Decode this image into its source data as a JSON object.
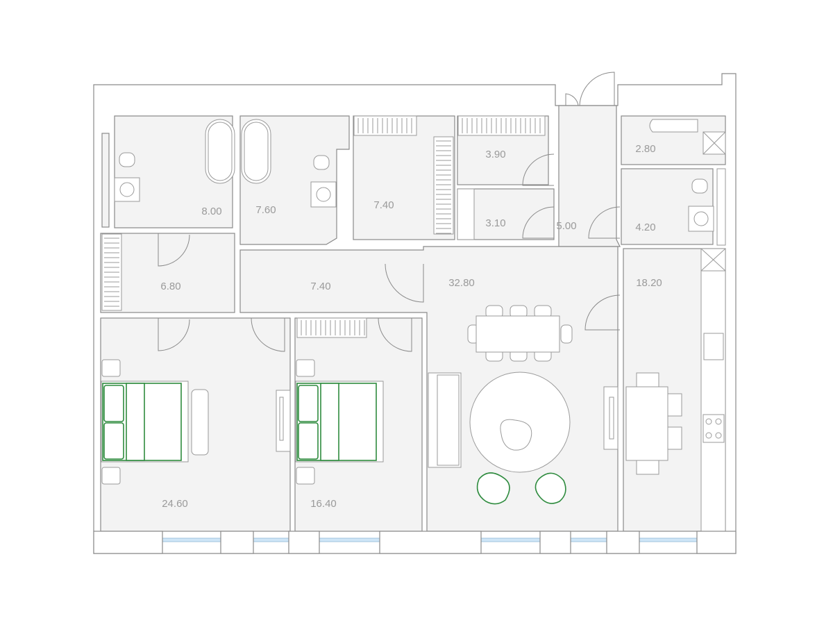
{
  "plan": {
    "rooms": [
      {
        "id": "bathroom-1",
        "area": "8.00"
      },
      {
        "id": "bathroom-2",
        "area": "7.60"
      },
      {
        "id": "wardrobe",
        "area": "7.40"
      },
      {
        "id": "storage-1",
        "area": "3.90"
      },
      {
        "id": "storage-2",
        "area": "3.10"
      },
      {
        "id": "entrance-hall",
        "area": "5.00"
      },
      {
        "id": "laundry",
        "area": "2.80"
      },
      {
        "id": "bathroom-3",
        "area": "4.20"
      },
      {
        "id": "dressing",
        "area": "6.80"
      },
      {
        "id": "corridor",
        "area": "7.40"
      },
      {
        "id": "living-room",
        "area": "32.80"
      },
      {
        "id": "kitchen",
        "area": "18.20"
      },
      {
        "id": "bedroom-1",
        "area": "24.60"
      },
      {
        "id": "bedroom-2",
        "area": "16.40"
      }
    ],
    "colors": {
      "room": "#f3f3f3",
      "wall": "#8a8a8a",
      "accent": "#2e8b3e",
      "window": "#cfe6f7",
      "label": "#9a9a9a"
    }
  }
}
